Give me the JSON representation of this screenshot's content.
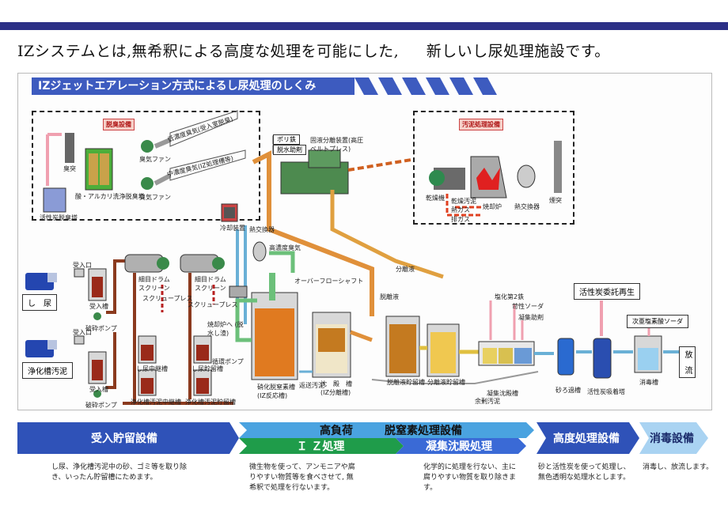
{
  "headline": {
    "part1": "IZシステムとは,無希釈による高度な処理を可能にした,",
    "part2": "新しいし尿処理施設です。"
  },
  "diagram_title": "IZジェットエアレーション方式によるし尿処理のしくみ",
  "deodor": {
    "title": "脱臭設備",
    "labels": {
      "chimney": "臭突",
      "fan1": "臭気ファン",
      "fan2": "臭気ファン",
      "scrubber": "酸・アルカリ洗浄脱臭塔",
      "carbon": "活性炭脱臭塔",
      "gas1": "低濃度臭気(受入室脱臭)",
      "gas2": "中濃度臭気(IZ処理槽等)"
    }
  },
  "sludge": {
    "title": "汚泥処理設備",
    "labels": {
      "dryer": "乾燥機",
      "incinerator": "焼却炉",
      "ash": "熱交換器",
      "stack": "煙突",
      "smoke": "乾燥汚泥",
      "hot": "熱ガス",
      "cold": "排ガス"
    }
  },
  "dewater": {
    "polymer": "ポリ鉄",
    "agent": "脱水助剤",
    "machine_label": "固液分離装置(高圧ベルトプレス)"
  },
  "cooling": {
    "label": "冷却装置",
    "hx": "熱交換器",
    "hp_air": "高濃度臭気",
    "overflow": "オーバーフローシャフト"
  },
  "intake": {
    "port1": "受入口",
    "port2": "受入口",
    "source1": "し　尿",
    "source2": "浄化槽汚泥",
    "tank": "受入槽",
    "pump": "破砕ポンプ",
    "tank2": "受入槽",
    "pump2": "破砕ポンプ"
  },
  "screens": {
    "drum1": "細目ドラム スクリーン",
    "drum2": "細目ドラム スクリーン",
    "press1": "スクリュープレス",
    "press2": "スクリュープレス",
    "dryer": "焼却炉へ (脱水し渣)",
    "storage1": "し尿中継槽",
    "storage2": "し尿貯留槽",
    "storage3": "浄化槽汚泥中継槽",
    "storage4": "浄化槽汚泥貯留槽"
  },
  "iz": {
    "tank": "硝化脱窒素槽 (IZ反応槽)",
    "pump": "循環ポンプ",
    "settle": "沈　殿　槽 (IZ分離槽)",
    "sludge_return": "返送汚泥"
  },
  "advanced": {
    "chem1": "塩化第2鉄",
    "chem2": "苛性ソーダ",
    "chem3": "凝集助剤",
    "sep_tank": "脱離液貯留槽",
    "sep2": "分離液貯留槽",
    "coag": "凝集沈殿槽",
    "sand": "砂ろ過槽",
    "carbon": "活性炭吸着塔",
    "carbon_regen": "活性炭委託再生",
    "hypo": "次亜塩素酸ソーダ",
    "disinfect": "消毒槽",
    "discharge": "放　流",
    "sep_water": "分離液",
    "desorb": "脱離液",
    "excess": "余剰汚泥"
  },
  "stages": {
    "s1": "受入貯留設備",
    "s2_top": "高負荷",
    "s2_mid": "脱窒素処理設備",
    "s2_left": "Ｉ Ｚ処理",
    "s2_right": "凝集沈殿処理",
    "s3": "高度処理設備",
    "s4": "消毒設備"
  },
  "descriptions": {
    "d1": "し尿、浄化槽汚泥中の砂、ゴミ等を取り除き、いったん貯留槽にためます。",
    "d2": "微生物を使って、アンモニアや腐りやすい物質等を食べさせて, 無希釈で処理を行ないます。",
    "d3": "化学的に処理を行ない、主に腐りやすい物質を取り除きます。",
    "d4": "砂と活性炭を使って処理し、無色透明な処理水とします。",
    "d5": "消毒し、放流します。"
  },
  "colors": {
    "navy": "#2b2f86",
    "blue": "#3d5bbf",
    "green": "#1f9c4a",
    "sky": "#4aa3e0",
    "brown": "#8b3a1e",
    "orange": "#e08a2e"
  }
}
